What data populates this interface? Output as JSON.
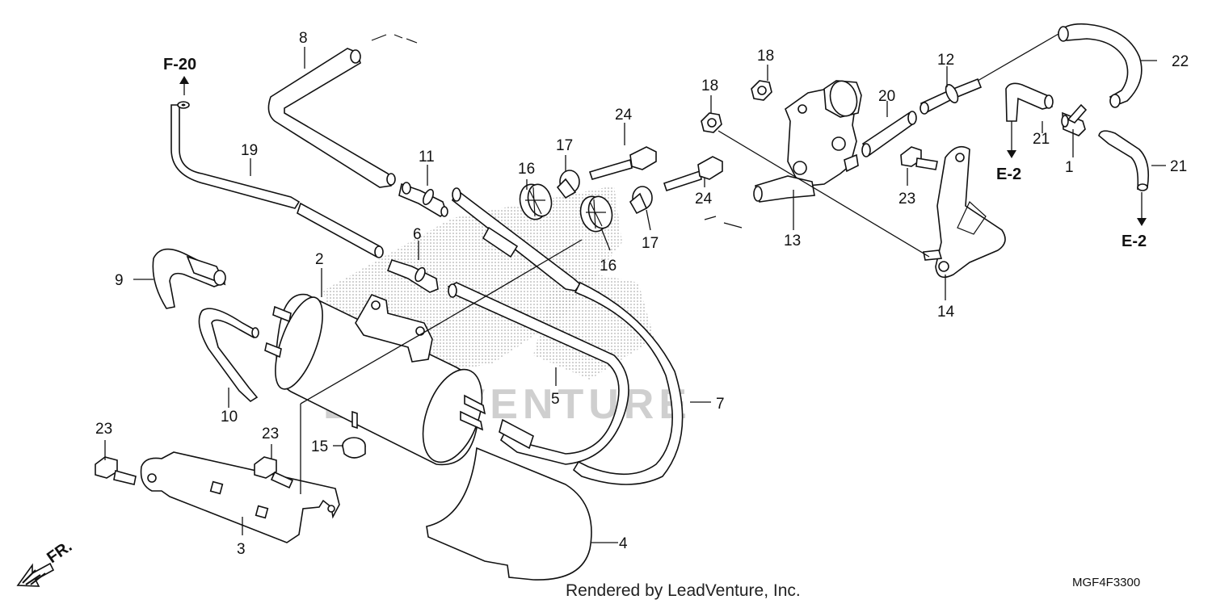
{
  "diagram": {
    "callouts": [
      {
        "id": "c1",
        "label": "1"
      },
      {
        "id": "c2",
        "label": "2"
      },
      {
        "id": "c3",
        "label": "3"
      },
      {
        "id": "c4",
        "label": "4"
      },
      {
        "id": "c5",
        "label": "5"
      },
      {
        "id": "c6",
        "label": "6"
      },
      {
        "id": "c7",
        "label": "7"
      },
      {
        "id": "c8",
        "label": "8"
      },
      {
        "id": "c9",
        "label": "9"
      },
      {
        "id": "c10",
        "label": "10"
      },
      {
        "id": "c11",
        "label": "11"
      },
      {
        "id": "c12",
        "label": "12"
      },
      {
        "id": "c13",
        "label": "13"
      },
      {
        "id": "c14",
        "label": "14"
      },
      {
        "id": "c15",
        "label": "15"
      },
      {
        "id": "c16a",
        "label": "16"
      },
      {
        "id": "c16b",
        "label": "16"
      },
      {
        "id": "c17a",
        "label": "17"
      },
      {
        "id": "c17b",
        "label": "17"
      },
      {
        "id": "c18a",
        "label": "18"
      },
      {
        "id": "c18b",
        "label": "18"
      },
      {
        "id": "c19",
        "label": "19"
      },
      {
        "id": "c20",
        "label": "20"
      },
      {
        "id": "c21a",
        "label": "21"
      },
      {
        "id": "c21b",
        "label": "21"
      },
      {
        "id": "c22",
        "label": "22"
      },
      {
        "id": "c23a",
        "label": "23"
      },
      {
        "id": "c23b",
        "label": "23"
      },
      {
        "id": "c23c",
        "label": "23"
      },
      {
        "id": "c24a",
        "label": "24"
      },
      {
        "id": "c24b",
        "label": "24"
      }
    ],
    "references": {
      "f20": "F-20",
      "e2_upper": "E-2",
      "e2_lower": "E-2",
      "front": "FR."
    },
    "watermark": "LEADVENTURE",
    "footer": "Rendered by LeadVenture, Inc.",
    "diagram_code": "MGF4F3300"
  }
}
